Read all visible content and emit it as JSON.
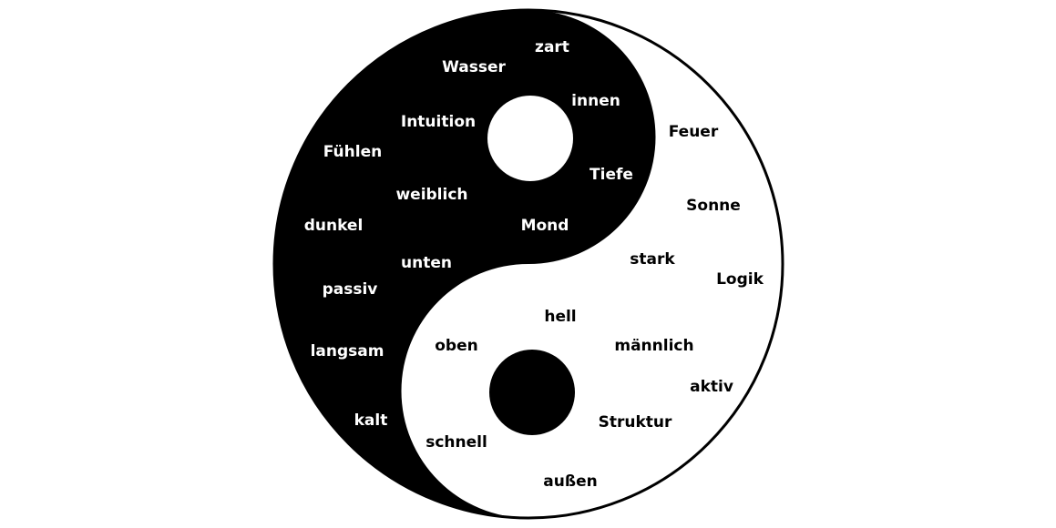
{
  "colors": {
    "yin": "#000000",
    "yang": "#ffffff"
  },
  "yin_words": [
    "zart",
    "Wasser",
    "innen",
    "Intuition",
    "Fühlen",
    "Tiefe",
    "weiblich",
    "dunkel",
    "Mond",
    "unten",
    "passiv",
    "langsam",
    "kalt"
  ],
  "yang_words": [
    "Feuer",
    "Sonne",
    "stark",
    "Logik",
    "hell",
    "oben",
    "männlich",
    "aktiv",
    "Struktur",
    "schnell",
    "außen"
  ]
}
